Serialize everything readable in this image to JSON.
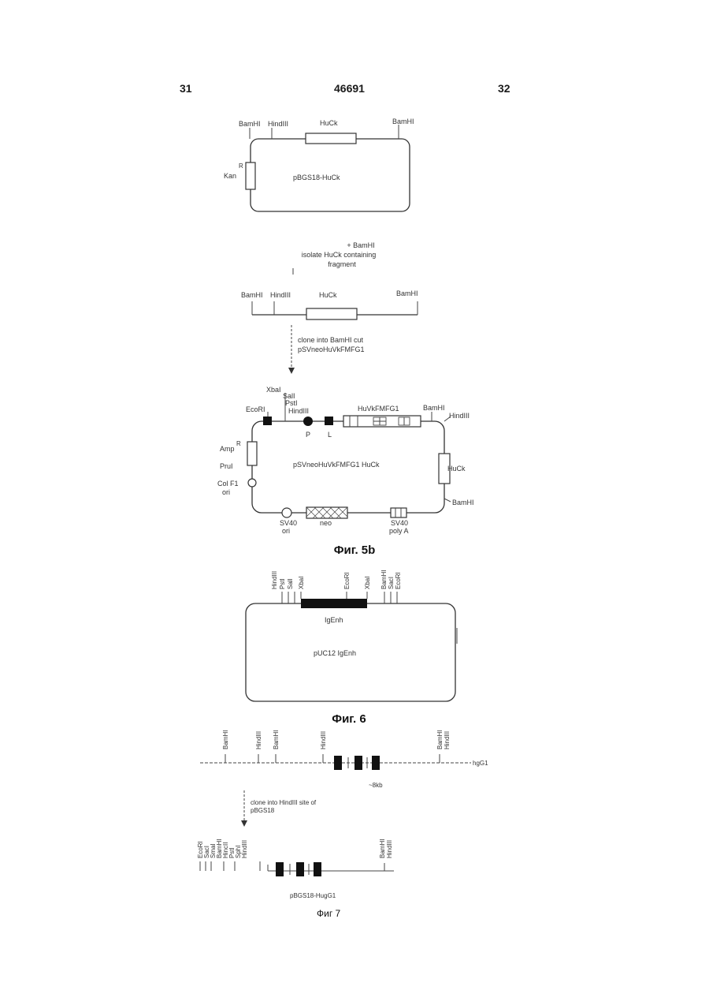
{
  "header": {
    "page_left": "31",
    "doc_number": "46691",
    "page_right": "32"
  },
  "fig5b_top": {
    "site_bamhi_left": "BamHI",
    "site_hindiii": "HindIII",
    "site_huck": "HuCk",
    "site_bamhi_right": "BamHI",
    "marker_kan": "Kan",
    "marker_kan_sup": "R",
    "plasmid_name": "pBGS18-HuCk"
  },
  "step1": {
    "line1": "+ BamHI",
    "line2": "isolate HuCk containing",
    "line3": "fragment"
  },
  "fragment": {
    "left": "BamHI",
    "hind": "HindIII",
    "gene": "HuCk",
    "right": "BamHI"
  },
  "step2": {
    "line1": "clone into BamHI cut",
    "line2": "pSVneoHuVkFMFG1"
  },
  "fig5b_map": {
    "xbai": "XbaI",
    "sali": "SalI",
    "psti": "PstI",
    "hindiii": "HindIII",
    "ecori": "EcoRI",
    "promoter": "P",
    "leader": "L",
    "vk": "HuVkFMFG1",
    "bamhi_top": "BamHI",
    "hindiii_right": "HindIII",
    "amp": "Amp",
    "amp_sup": "R",
    "pru": "PruI",
    "colef1": "Col F1",
    "ori": "ori",
    "plasmid_name": "pSVneoHuVkFMFG1 HuCk",
    "huck": "HuCk",
    "bamhi_right": "BamHI",
    "sv40_ori_1": "SV40",
    "sv40_ori_2": "ori",
    "neo": "neo",
    "sv40_polya_1": "SV40",
    "sv40_polya_2": "poly A"
  },
  "caption5b": "Фиг. 5b",
  "fig6": {
    "sites": [
      "HindIII",
      "PstI",
      "SalI",
      "XbaI",
      "EcoRI",
      "XbaI",
      "BamHI",
      "SacI",
      "EcoRI"
    ],
    "insert": "IgEnh",
    "plasmid_name": "pUC12 IgEnh"
  },
  "caption6": "Фиг. 6",
  "fig7": {
    "sites": [
      "BamHI",
      "HindIII",
      "BamHI",
      "HindIII",
      "BamHI",
      "HindIII"
    ],
    "gene": "hgG1",
    "size": "~8kb",
    "clone_line1": "clone into HindIII site of",
    "clone_line2": "pBGS18",
    "bottom_sites": [
      "EcoRI",
      "SacI",
      "SmaI",
      "BamHI",
      "HincII",
      "PstI",
      "SphI",
      "HindIII",
      "BamHI",
      "HindIII"
    ],
    "plasmid_name": "pBGS18-HugG1"
  },
  "caption7": "Фиг 7"
}
